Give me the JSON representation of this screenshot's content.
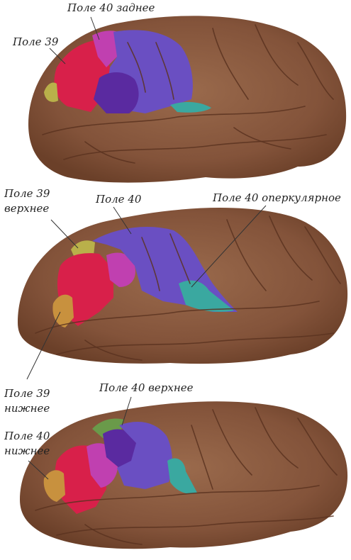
{
  "labels": {
    "top_field40_posterior": "Поле 40 заднее",
    "top_field39": "Поле 39",
    "mid_field39_upper_l1": "Поле 39",
    "mid_field39_upper_l2": "верхнее",
    "mid_field40": "Поле 40",
    "mid_field40_opercular": "Поле 40 оперкулярное",
    "bot_field39_lower_l1": "Поле 39",
    "bot_field39_lower_l2": "нижнее",
    "bot_field40_upper": "Поле 40 верхнее",
    "bot_field40_lower_l1": "Поле 40",
    "bot_field40_lower_l2": "нижнее"
  },
  "colors": {
    "cortex": "#8a5a3e",
    "cortex_dark": "#5a3320",
    "field39_red": "#d8204a",
    "field39_upper_yellow": "#b9b04a",
    "field39_lower_orange": "#c8913e",
    "field40_blue": "#6a4fc2",
    "field40_purple": "#5a2aa0",
    "field40_magenta": "#c040b0",
    "field40_opercular_teal": "#3aa8a0"
  }
}
